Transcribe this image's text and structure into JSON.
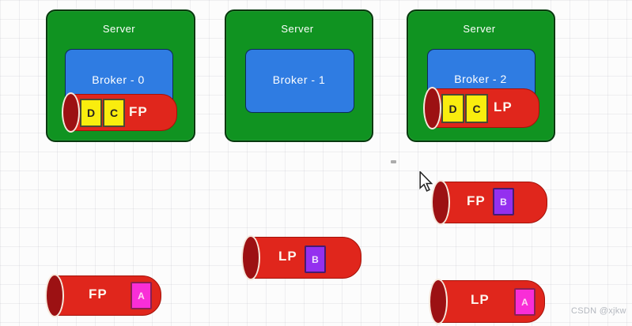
{
  "watermark": "CSDN @xjkw",
  "colors": {
    "server_green": "#109321",
    "broker_blue": "#2f7ce2",
    "partition_red": "#e0261c",
    "cylinder_end_dark_red": "#9c1113",
    "replica_yellow": "#f9ed0e",
    "replica_purple": "#9430ef",
    "replica_magenta": "#f92ed7",
    "background": "#fcfcfc"
  },
  "servers": [
    {
      "label": "Server",
      "broker_label": "Broker - 0",
      "partition": {
        "label": "FP",
        "replicas": [
          "D",
          "C"
        ]
      }
    },
    {
      "label": "Server",
      "broker_label": "Broker - 1"
    },
    {
      "label": "Server",
      "broker_label": "Broker - 2",
      "partition": {
        "label": "LP",
        "replicas": [
          "D",
          "C"
        ]
      }
    }
  ],
  "floating_partitions": [
    {
      "label": "FP",
      "replica": "B"
    },
    {
      "label": "LP",
      "replica": "B"
    },
    {
      "label": "FP",
      "replica": "A"
    },
    {
      "label": "LP",
      "replica": "A"
    }
  ]
}
